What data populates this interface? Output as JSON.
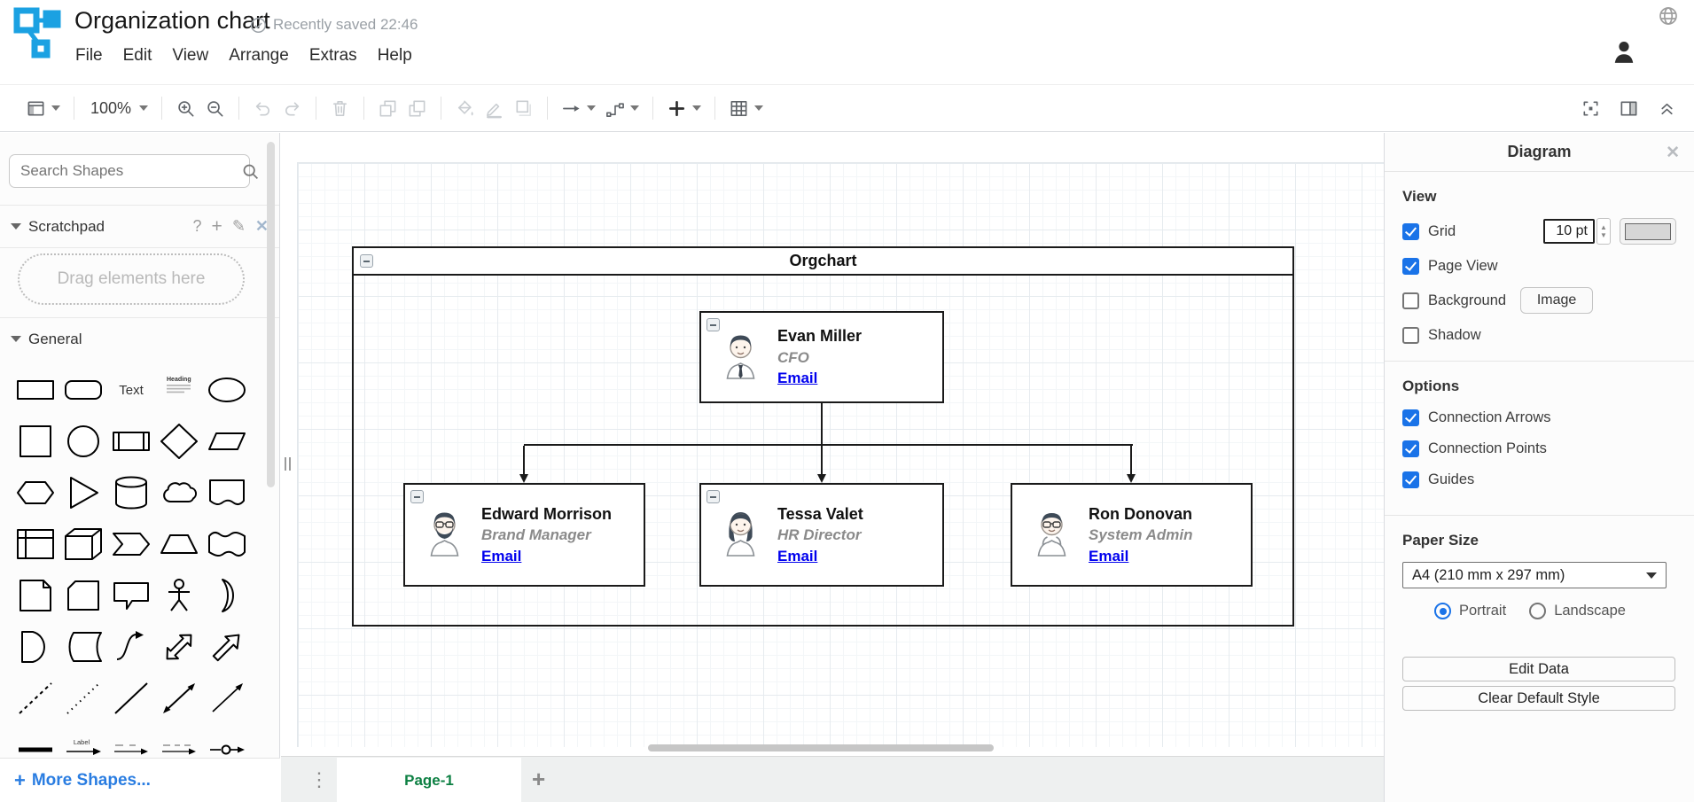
{
  "header": {
    "title": "Organization chart",
    "saved_status": "Recently saved 22:46",
    "menus": [
      "File",
      "Edit",
      "View",
      "Arrange",
      "Extras",
      "Help"
    ],
    "icons": [
      "drawio-logo",
      "saved-check-icon",
      "globe-icon",
      "user-icon"
    ]
  },
  "toolbar": {
    "zoom_level": "100%",
    "groups": [
      [
        {
          "name": "view-panel",
          "enabled": true,
          "caret": true
        }
      ],
      [
        {
          "name": "zoom-level",
          "text": "100%",
          "enabled": true,
          "caret": true
        }
      ],
      [
        {
          "name": "zoom-in",
          "enabled": true
        },
        {
          "name": "zoom-out",
          "enabled": true
        }
      ],
      [
        {
          "name": "undo",
          "enabled": false
        },
        {
          "name": "redo",
          "enabled": false
        }
      ],
      [
        {
          "name": "delete",
          "enabled": false
        }
      ],
      [
        {
          "name": "to-front",
          "enabled": false
        },
        {
          "name": "to-back",
          "enabled": false
        }
      ],
      [
        {
          "name": "fill-color",
          "enabled": false
        },
        {
          "name": "line-color",
          "enabled": false
        },
        {
          "name": "shadow",
          "enabled": false
        }
      ],
      [
        {
          "name": "connection-arrow",
          "enabled": true,
          "caret": true
        },
        {
          "name": "waypoints",
          "enabled": true,
          "caret": true
        }
      ],
      [
        {
          "name": "insert",
          "enabled": true,
          "caret": true
        }
      ],
      [
        {
          "name": "table",
          "enabled": true,
          "caret": true
        }
      ]
    ],
    "right_items": [
      "fullscreen",
      "format-panel",
      "collapse-expand"
    ]
  },
  "sidebar": {
    "search_placeholder": "Search Shapes",
    "scratchpad": {
      "label": "Scratchpad",
      "icons": [
        "help-icon",
        "add-icon",
        "edit-icon",
        "close-icon"
      ],
      "icon_glyphs": [
        "?",
        "+",
        "✎",
        "×"
      ],
      "drag_hint": "Drag elements here"
    },
    "general_label": "General",
    "shapes": [
      "rectangle",
      "rounded-rectangle",
      "text",
      "textbox",
      "ellipse",
      "square",
      "circle",
      "process",
      "diamond",
      "parallelogram",
      "hexagon",
      "triangle",
      "cylinder",
      "cloud",
      "document",
      "internal-storage",
      "cube",
      "step",
      "trapezoid",
      "tape",
      "note",
      "card",
      "callout",
      "actor",
      "or",
      "and",
      "data-storage",
      "curve",
      "bidirectional-arrow",
      "arrow",
      "dashed-line",
      "dotted-line",
      "line",
      "bidirectional-connector",
      "directional-connector",
      "link",
      "label-arrow",
      "labeled-connector",
      "labeled-connector-2",
      "connector-with-symbol"
    ],
    "more_shapes_label": "More Shapes..."
  },
  "canvas": {
    "container_title": "Orgchart",
    "nodes": [
      {
        "name": "Evan Miller",
        "role": "CFO",
        "link": "Email",
        "avatar": "man-suit",
        "collapsed_btn": true
      },
      {
        "name": "Edward Morrison",
        "role": "Brand Manager",
        "link": "Email",
        "avatar": "man-beard",
        "collapsed_btn": true
      },
      {
        "name": "Tessa Valet",
        "role": "HR Director",
        "link": "Email",
        "avatar": "woman",
        "collapsed_btn": true
      },
      {
        "name": "Ron Donovan",
        "role": "System Admin",
        "link": "Email",
        "avatar": "man-glasses",
        "collapsed_btn": false
      }
    ]
  },
  "footer": {
    "page_tab": "Page-1",
    "icons": [
      "pages-menu-icon",
      "add-page-icon"
    ]
  },
  "panel": {
    "title": "Diagram",
    "view": {
      "heading": "View",
      "grid_label": "Grid",
      "grid_checked": true,
      "grid_size": "10 pt",
      "page_view_label": "Page View",
      "page_view_checked": true,
      "background_label": "Background",
      "background_checked": false,
      "image_button": "Image",
      "shadow_label": "Shadow",
      "shadow_checked": false
    },
    "options": {
      "heading": "Options",
      "items": [
        {
          "label": "Connection Arrows",
          "checked": true
        },
        {
          "label": "Connection Points",
          "checked": true
        },
        {
          "label": "Guides",
          "checked": true
        }
      ]
    },
    "paper": {
      "heading": "Paper Size",
      "value": "A4 (210 mm x 297 mm)",
      "portrait_label": "Portrait",
      "portrait_selected": true,
      "landscape_label": "Landscape",
      "landscape_selected": false
    },
    "buttons": [
      "Edit Data",
      "Clear Default Style"
    ]
  },
  "colors": {
    "accent_blue": "#1a73e8",
    "link_blue": "#0000ee",
    "page_tab_green": "#0d8043",
    "logo_blue": "#1ba1e2",
    "icon_gray": "#5f6368",
    "icon_disabled": "#c9cdd1"
  }
}
